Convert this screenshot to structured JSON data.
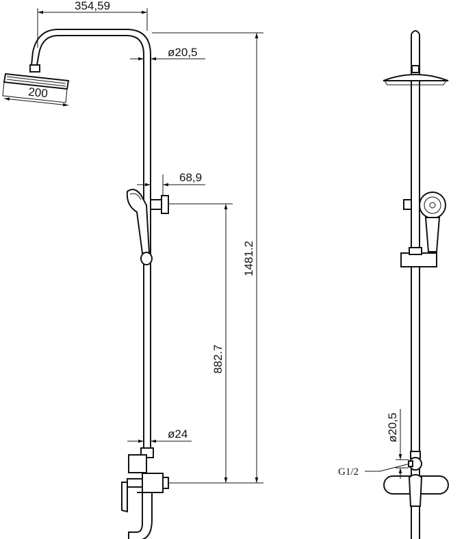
{
  "title": "Shower system technical drawing",
  "dimensions": {
    "arm_length": "354,59",
    "head_diameter": "200",
    "pipe_diameter_top": "ø20,5",
    "hand_shower_offset": "68,9",
    "total_height": "1481.2",
    "slider_height": "882.7",
    "pipe_diameter_bottom": "ø24",
    "side_pipe_diameter": "ø20,5",
    "thread": "G1/2"
  }
}
